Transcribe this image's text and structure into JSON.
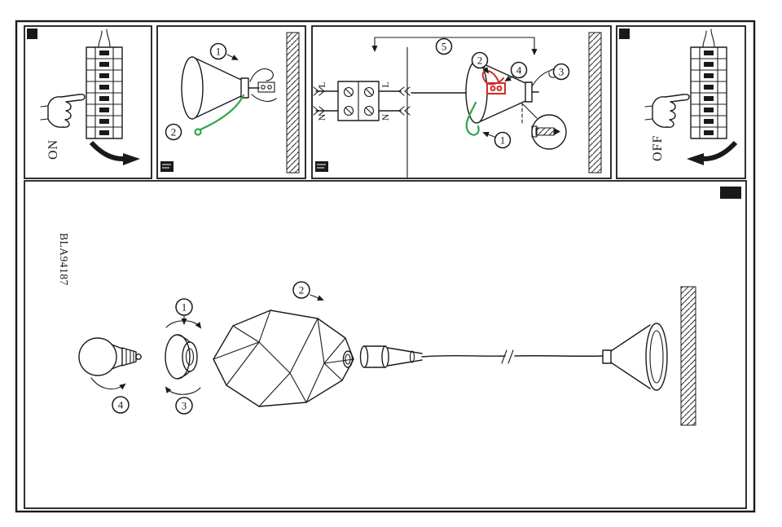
{
  "product": {
    "code": "BLA94187"
  },
  "power_panels": {
    "on_label": "ON",
    "off_label": "OFF"
  },
  "wiring": {
    "live_label": "L",
    "neutral_label": "N"
  },
  "steps": {
    "step1": "1",
    "step2": "2",
    "step3": "3",
    "step4": "4",
    "step5": "5"
  },
  "colors": {
    "line": "#1a1a1a",
    "safety_wire_green": "#2ea44f",
    "highlight_red": "#d02b2b",
    "background": "#ffffff"
  }
}
